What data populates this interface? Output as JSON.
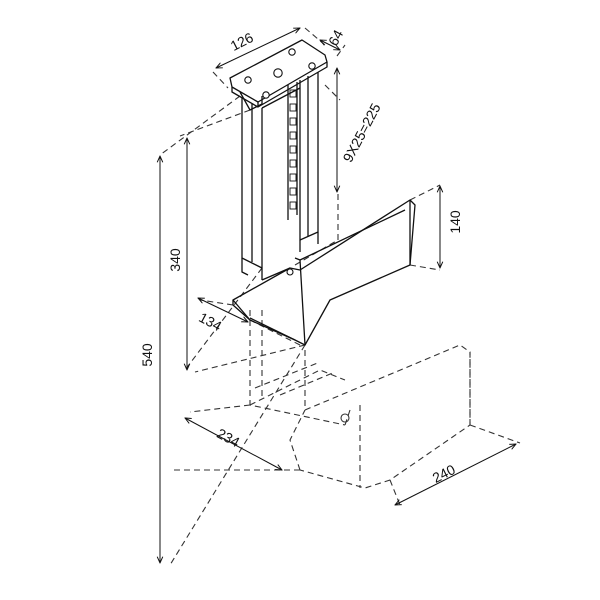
{
  "dimensions": {
    "top_width": "126",
    "top_depth": "64",
    "adjust_range": "9X25=225",
    "bracket_height": "140",
    "mid_height": "340",
    "total_height": "540",
    "bracket_depth": "134",
    "max_width": "234",
    "max_length": "240"
  }
}
